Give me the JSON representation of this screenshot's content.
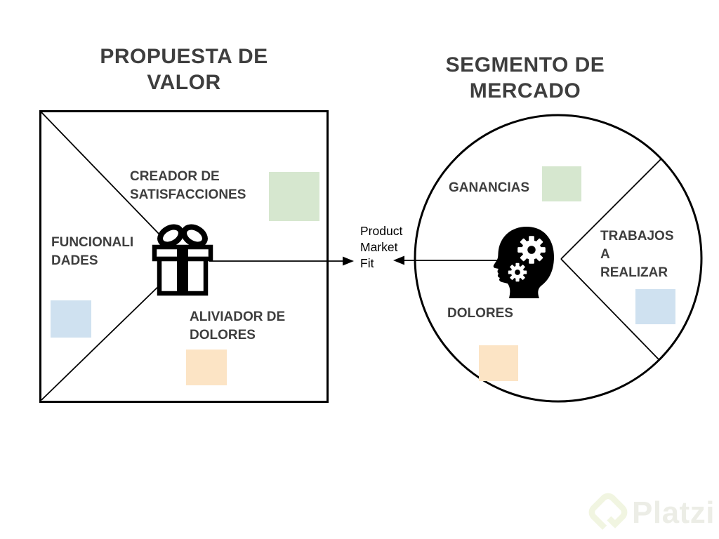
{
  "diagram": {
    "left": {
      "title": "PROPUESTA DE VALOR",
      "icon": "gift-icon",
      "sections": [
        {
          "label": "CREADOR DE SATISFACCIONES",
          "color": "#d6e7cf"
        },
        {
          "label": "FUNCIONALI\nDADES",
          "color": "#cfe1f0"
        },
        {
          "label": "ALIVIADOR DE DOLORES",
          "color": "#fce4c5"
        }
      ]
    },
    "center": {
      "label": "Product\nMarket\nFit"
    },
    "right": {
      "title": "SEGMENTO DE MERCADO",
      "icon": "head-gears-icon",
      "sections": [
        {
          "label": "GANANCIAS",
          "color": "#d6e7cf"
        },
        {
          "label": "TRABAJOS\nA\nREALIZAR",
          "color": "#cfe1f0"
        },
        {
          "label": "DOLORES",
          "color": "#fce4c5"
        }
      ]
    },
    "watermark": {
      "text": "Platzi"
    }
  },
  "colors": {
    "ink": "#000000",
    "label_text": "#3e3e3e",
    "green": "#d6e7cf",
    "blue": "#cfe1f0",
    "orange": "#fce4c5",
    "watermark_icon": "#f1f5e1",
    "watermark_text": "#ecede6"
  }
}
